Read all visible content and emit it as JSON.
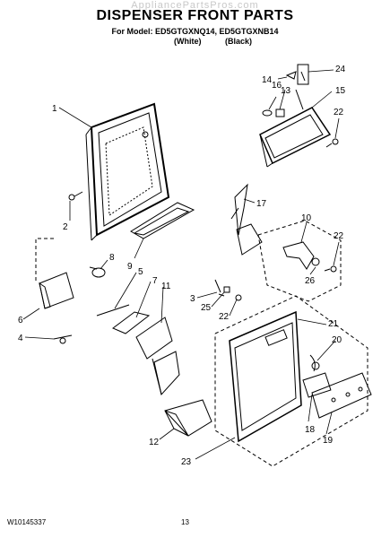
{
  "header": {
    "watermark": "AppliancePartsPros.com",
    "title": "DISPENSER FRONT PARTS",
    "model_line": "For Model: ED5GTGXNQ14, ED5GTGXNB14",
    "color_white": "(White)",
    "color_black": "(Black)"
  },
  "callouts": [
    "1",
    "2",
    "3",
    "4",
    "5",
    "6",
    "7",
    "8",
    "9",
    "10",
    "11",
    "12",
    "13",
    "14",
    "15",
    "16",
    "17",
    "18",
    "19",
    "20",
    "21",
    "22",
    "22",
    "22",
    "23",
    "24",
    "25",
    "26"
  ],
  "footer": {
    "doc_number": "W10145337",
    "page_number": "13"
  }
}
